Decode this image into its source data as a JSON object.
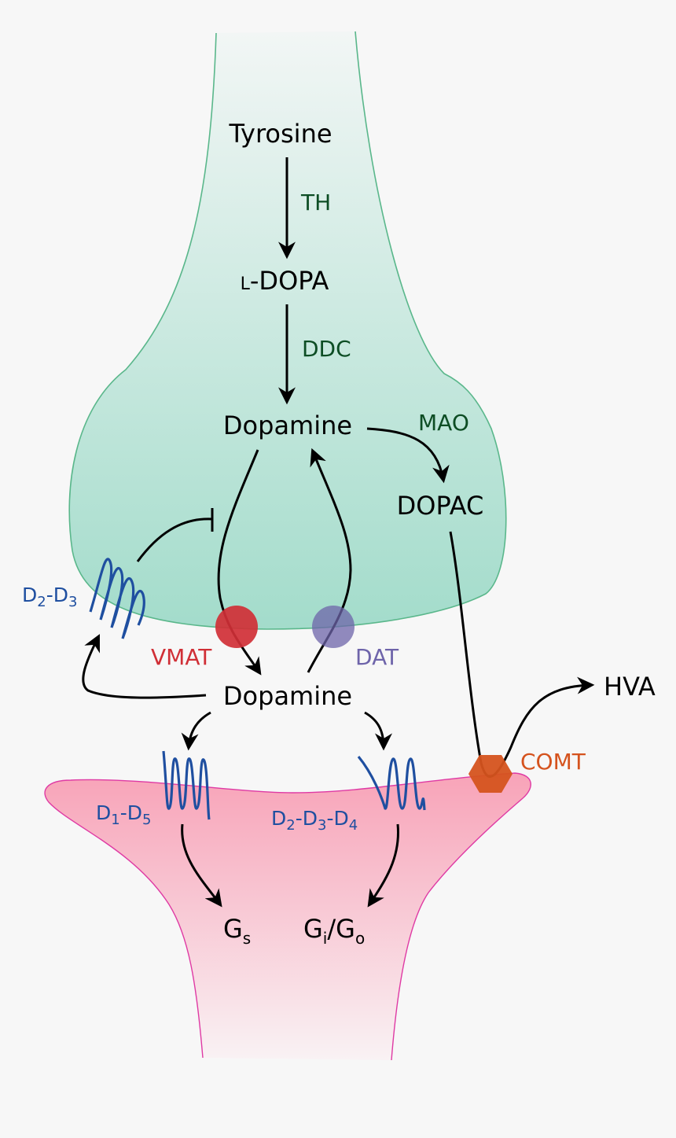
{
  "colors": {
    "presynaptic_fill_top": "#f2f6f5",
    "presynaptic_fill_bottom": "#a3dccb",
    "presynaptic_stroke": "#5ab78b",
    "postsynaptic_fill_top": "#f8a3b8",
    "postsynaptic_fill_bottom": "#f9f2f4",
    "postsynaptic_stroke": "#df3aa4",
    "receptor": "#1f4fa0",
    "vmat": "#d02f36",
    "dat": "#6e64aa",
    "comt": "#d5531e",
    "enzyme_green": "#0d4d24",
    "arrow": "#000000"
  },
  "molecules": {
    "tyrosine": "Tyrosine",
    "ldopa_prefix": "L",
    "ldopa_main": "-DOPA",
    "dopamine_pre": "Dopamine",
    "dopac": "DOPAC",
    "dopamine_cleft": "Dopamine",
    "hva": "HVA"
  },
  "enzymes": {
    "th": "TH",
    "ddc": "DDC",
    "mao": "MAO",
    "comt": "COMT"
  },
  "transporters": {
    "vmat": "VMAT",
    "dat": "DAT"
  },
  "receptors": {
    "autoreceptor": {
      "p1": "D",
      "s1": "2",
      "p2": "-D",
      "s2": "3"
    },
    "post_left": {
      "p1": "D",
      "s1": "1",
      "p2": "-D",
      "s2": "5"
    },
    "post_right": {
      "p1": "D",
      "s1": "2",
      "p2": "-D",
      "s2": "3",
      "p3": "-D",
      "s3": "4"
    }
  },
  "g_proteins": {
    "gs": {
      "main": "G",
      "sub": "s"
    },
    "gio": {
      "m1": "G",
      "s1": "i",
      "sep": "/G",
      "s2": "o"
    }
  }
}
